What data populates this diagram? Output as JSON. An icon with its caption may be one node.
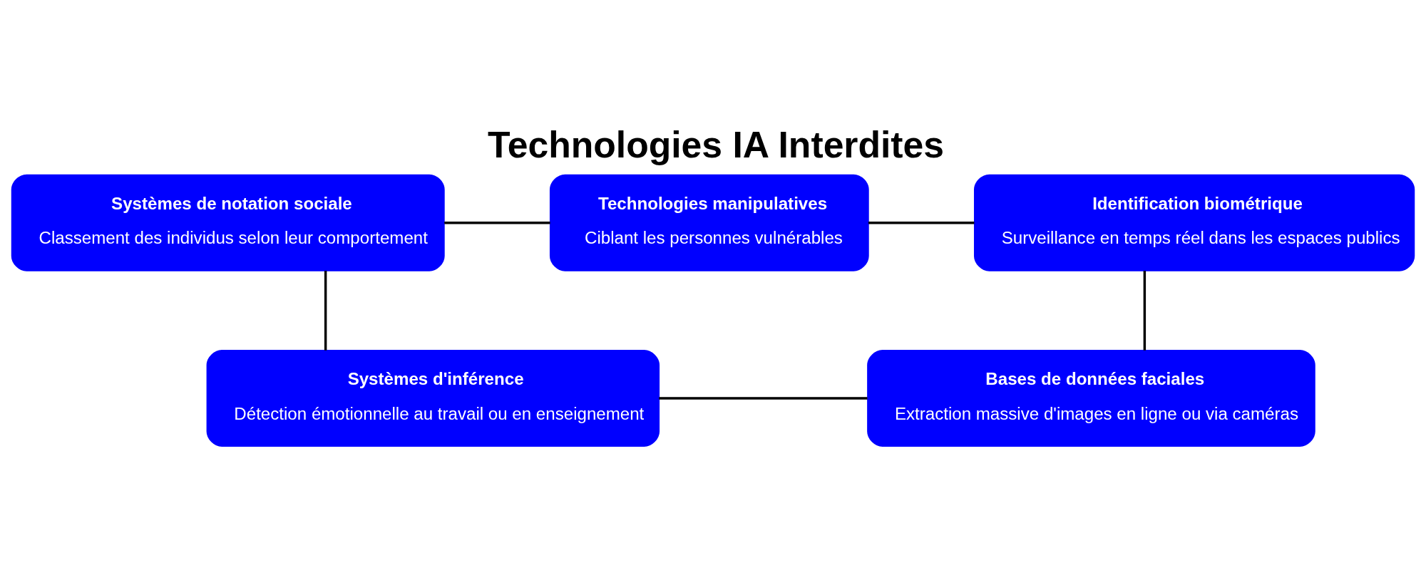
{
  "diagram": {
    "title": "Technologies IA Interdites",
    "nodes": [
      {
        "text": [
          "Systèmes de notation sociale",
          "Classement des individus selon leur comportement"
        ]
      },
      {
        "text": [
          "Technologies manipulatives",
          "Ciblant les personnes vulnérables"
        ]
      },
      {
        "text": [
          "Identification biométrique",
          "Surveillance en temps réel dans les espaces publics"
        ]
      },
      {
        "text": [
          "Systèmes d'inférence",
          "Détection émotionnelle au travail ou en enseignement"
        ]
      },
      {
        "text": [
          "Bases de données faciales",
          "Extraction massive d'images en ligne ou via caméras"
        ]
      }
    ],
    "edges": [
      {
        "from": 0,
        "to": 1,
        "arrow": "none"
      },
      {
        "from": 1,
        "to": 2,
        "arrow": "none"
      },
      {
        "from": 0,
        "to": 3,
        "arrow": "none"
      },
      {
        "from": 2,
        "to": 4,
        "arrow": "none"
      },
      {
        "from": 3,
        "to": 4,
        "arrow": "none"
      }
    ]
  }
}
